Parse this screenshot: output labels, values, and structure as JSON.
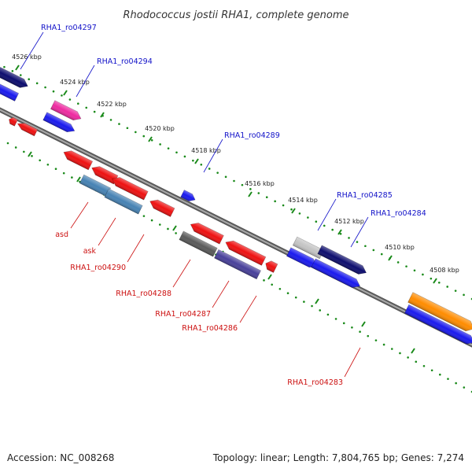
{
  "title": "Rhodococcus jostii RHA1, complete genome",
  "accession_text": "Accession: NC_008268",
  "summary_text": "Topology: linear; Length: 7,804,765 bp; Genes: 7,274",
  "colors": {
    "label_forward": "#1010c8",
    "label_reverse": "#cc1010",
    "ruler_dots": "#1a8a1a",
    "backbone": "#7a7a7a"
  },
  "ruler": {
    "tick_labels": [
      "4526 kbp",
      "4524 kbp",
      "4522 kbp",
      "4520 kbp",
      "4518 kbp",
      "4516 kbp",
      "4514 kbp",
      "4512 kbp",
      "4510 kbp",
      "4508 kbp"
    ]
  },
  "forward_labels": [
    "RHA1_ro04297",
    "RHA1_ro04294",
    "RHA1_ro04289",
    "RHA1_ro04285",
    "RHA1_ro04284"
  ],
  "reverse_labels": [
    "asd",
    "ask",
    "RHA1_ro04290",
    "RHA1_ro04288",
    "RHA1_ro04287",
    "RHA1_ro04286",
    "RHA1_ro04283"
  ],
  "features": [
    {
      "strand": "forward",
      "color": "#0d0d6e"
    },
    {
      "strand": "forward",
      "color": "#1a1aee"
    },
    {
      "strand": "forward",
      "color": "#ee2aa0"
    },
    {
      "strand": "forward",
      "color": "#1a1aee"
    },
    {
      "strand": "forward",
      "color": "#1a1aee"
    },
    {
      "strand": "forward",
      "color": "#c4c4c4"
    },
    {
      "strand": "forward",
      "color": "#0d0d6e"
    },
    {
      "strand": "forward",
      "color": "#1a1aee"
    },
    {
      "strand": "forward",
      "color": "#1a1aee"
    },
    {
      "strand": "forward",
      "color": "#ff8c00"
    },
    {
      "strand": "forward",
      "color": "#1a1aee"
    },
    {
      "strand": "reverse",
      "color": "#ee1111"
    },
    {
      "strand": "reverse",
      "color": "#ee1111"
    },
    {
      "strand": "reverse",
      "color": "#ee1111"
    },
    {
      "strand": "reverse",
      "color": "#ee1111"
    },
    {
      "strand": "reverse",
      "color": "#4682b4"
    },
    {
      "strand": "reverse",
      "color": "#4682b4"
    },
    {
      "strand": "reverse",
      "color": "#ee1111"
    },
    {
      "strand": "reverse",
      "color": "#ee1111"
    },
    {
      "strand": "reverse",
      "color": "#5a5a5a"
    },
    {
      "strand": "reverse",
      "color": "#ee1111"
    },
    {
      "strand": "reverse",
      "color": "#48409a"
    },
    {
      "strand": "reverse",
      "color": "#ee1111"
    },
    {
      "strand": "reverse",
      "color": "#ee1111"
    }
  ]
}
